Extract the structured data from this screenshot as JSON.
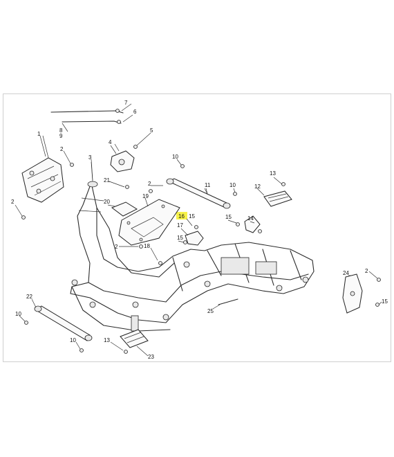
{
  "diagram": {
    "highlight_color": "#f4f02a",
    "callouts": [
      {
        "id": "c7",
        "text": "7"
      },
      {
        "id": "c6",
        "text": "6"
      },
      {
        "id": "c8",
        "text": "8"
      },
      {
        "id": "c9",
        "text": "9"
      },
      {
        "id": "c1",
        "text": "1"
      },
      {
        "id": "c5",
        "text": "5"
      },
      {
        "id": "c4",
        "text": "4"
      },
      {
        "id": "c2a",
        "text": "2"
      },
      {
        "id": "c3",
        "text": "3"
      },
      {
        "id": "c10a",
        "text": "10"
      },
      {
        "id": "c21",
        "text": "21"
      },
      {
        "id": "c2b",
        "text": "2"
      },
      {
        "id": "c13a",
        "text": "13"
      },
      {
        "id": "c11",
        "text": "11"
      },
      {
        "id": "c10b",
        "text": "10"
      },
      {
        "id": "c12",
        "text": "12"
      },
      {
        "id": "c2c",
        "text": "2"
      },
      {
        "id": "c20",
        "text": "20"
      },
      {
        "id": "c19",
        "text": "19"
      },
      {
        "id": "c16",
        "text": "16"
      },
      {
        "id": "c15a",
        "text": "15"
      },
      {
        "id": "c17",
        "text": "17"
      },
      {
        "id": "c15b",
        "text": "15"
      },
      {
        "id": "c14",
        "text": "14"
      },
      {
        "id": "c15c",
        "text": "15"
      },
      {
        "id": "c2d",
        "text": "2"
      },
      {
        "id": "c18",
        "text": "18"
      },
      {
        "id": "c24",
        "text": "24"
      },
      {
        "id": "c2e",
        "text": "2"
      },
      {
        "id": "c15d",
        "text": "15"
      },
      {
        "id": "c22",
        "text": "22"
      },
      {
        "id": "c25",
        "text": "25"
      },
      {
        "id": "c10c",
        "text": "10"
      },
      {
        "id": "c10d",
        "text": "10"
      },
      {
        "id": "c13b",
        "text": "13"
      },
      {
        "id": "c23",
        "text": "23"
      }
    ]
  }
}
